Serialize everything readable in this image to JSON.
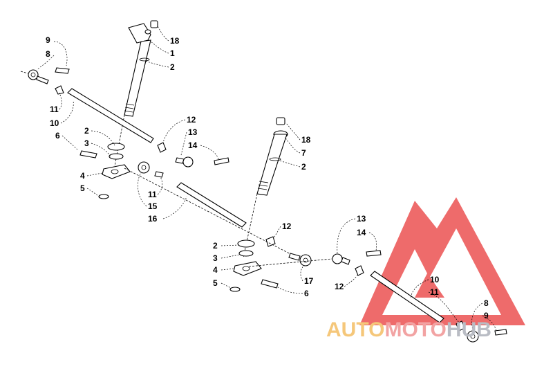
{
  "callouts": [
    {
      "id": "c1",
      "text": "9"
    },
    {
      "id": "c2",
      "text": "8"
    },
    {
      "id": "c3",
      "text": "11"
    },
    {
      "id": "c4",
      "text": "10"
    },
    {
      "id": "c5",
      "text": "18"
    },
    {
      "id": "c6",
      "text": "1"
    },
    {
      "id": "c7",
      "text": "2"
    },
    {
      "id": "c8",
      "text": "2"
    },
    {
      "id": "c9",
      "text": "3"
    },
    {
      "id": "c10",
      "text": "6"
    },
    {
      "id": "c11",
      "text": "4"
    },
    {
      "id": "c12",
      "text": "5"
    },
    {
      "id": "c13",
      "text": "12"
    },
    {
      "id": "c14",
      "text": "13"
    },
    {
      "id": "c15",
      "text": "14"
    },
    {
      "id": "c16",
      "text": "11"
    },
    {
      "id": "c17",
      "text": "15"
    },
    {
      "id": "c18",
      "text": "16"
    },
    {
      "id": "c19",
      "text": "18"
    },
    {
      "id": "c20",
      "text": "7"
    },
    {
      "id": "c21",
      "text": "2"
    },
    {
      "id": "c22",
      "text": "12"
    },
    {
      "id": "c23",
      "text": "13"
    },
    {
      "id": "c24",
      "text": "14"
    },
    {
      "id": "c25",
      "text": "2"
    },
    {
      "id": "c26",
      "text": "3"
    },
    {
      "id": "c27",
      "text": "4"
    },
    {
      "id": "c28",
      "text": "5"
    },
    {
      "id": "c29",
      "text": "17"
    },
    {
      "id": "c30",
      "text": "6"
    },
    {
      "id": "c31",
      "text": "12"
    },
    {
      "id": "c32",
      "text": "10"
    },
    {
      "id": "c33",
      "text": "11"
    },
    {
      "id": "c34",
      "text": "8"
    },
    {
      "id": "c35",
      "text": "9"
    }
  ],
  "watermark": {
    "part1": "AUTO",
    "part2": "MOTO",
    "part3": "HUB",
    "color1": "#f5c77a",
    "color2": "#f2a3a3",
    "color3": "#b9bcc4",
    "logo_color": "#e8393a"
  }
}
